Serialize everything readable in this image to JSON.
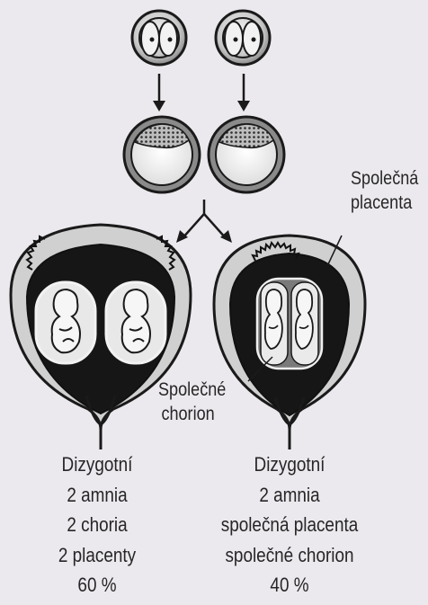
{
  "labels": {
    "shared_placenta": [
      "Společná",
      "placenta"
    ],
    "shared_chorion": [
      "Společné",
      "chorion"
    ]
  },
  "captions": {
    "left": [
      "Dizygotní",
      "2 amnia",
      "2 choria",
      "2 placenty",
      "60 %"
    ],
    "right": [
      "Dizygotní",
      "2 amnia",
      "společná placenta",
      "společné chorion",
      "40 %"
    ]
  },
  "colors": {
    "background": "#ece9ee",
    "uterus_wall": "#cfcfcf",
    "outline": "#1a1a1a",
    "text": "#262626"
  }
}
